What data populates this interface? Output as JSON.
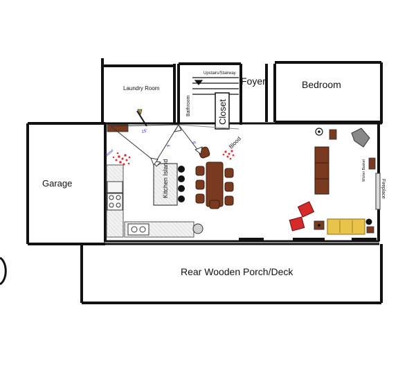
{
  "rooms": {
    "laundry": "Laundry Room",
    "bathroom": "Bathroom",
    "stairway": "Upstairs/Stairway",
    "closet": "Closet",
    "foyer": "Foyer",
    "bedroom": "Bedroom",
    "garage": "Garage",
    "kitchen_island": "Kitchen Island",
    "porch": "Rear Wooden Porch/Deck",
    "fireplace": "Fireplace",
    "wicker_basket": "Wicker Basket"
  },
  "annotations": {
    "blood": "Blood",
    "blood_small": "Blood",
    "measure_a": "15'",
    "measure_b": "4'",
    "measure_c": "6'"
  },
  "colors": {
    "wall": "#111111",
    "furniture_brown": "#7a3a1f",
    "couch_yellow": "#e8c54a",
    "chair_red": "#d42a2a",
    "blood_red": "#d33333",
    "annotation_blue": "#2233aa",
    "counter_gray": "#e6e6e6"
  }
}
